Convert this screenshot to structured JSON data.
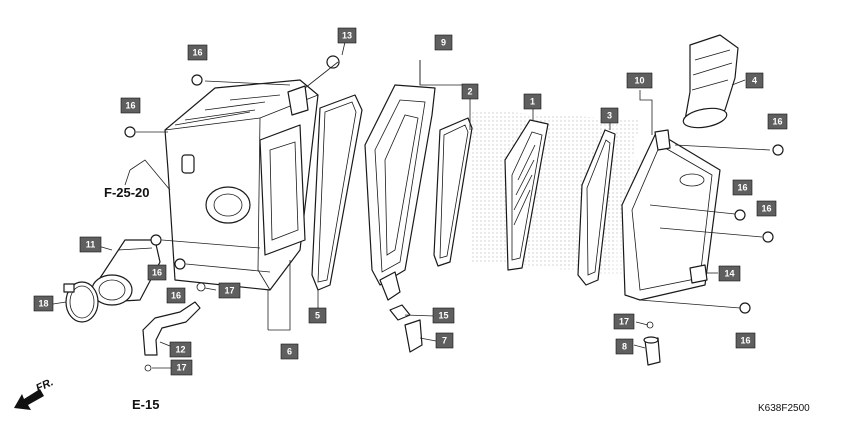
{
  "diagram": {
    "part_code": "K638F2500",
    "references": [
      {
        "id": "ref-f2520",
        "label": "F-25-20"
      },
      {
        "id": "ref-e15",
        "label": "E-15"
      }
    ],
    "direction_label": "FR.",
    "callouts": [
      {
        "id": "c1",
        "label": "1"
      },
      {
        "id": "c2",
        "label": "2"
      },
      {
        "id": "c3",
        "label": "3"
      },
      {
        "id": "c4",
        "label": "4"
      },
      {
        "id": "c5",
        "label": "5"
      },
      {
        "id": "c6",
        "label": "6"
      },
      {
        "id": "c7",
        "label": "7"
      },
      {
        "id": "c8",
        "label": "8"
      },
      {
        "id": "c9",
        "label": "9"
      },
      {
        "id": "c10",
        "label": "10"
      },
      {
        "id": "c11",
        "label": "11"
      },
      {
        "id": "c12",
        "label": "12"
      },
      {
        "id": "c13",
        "label": "13"
      },
      {
        "id": "c14",
        "label": "14"
      },
      {
        "id": "c15",
        "label": "15"
      },
      {
        "id": "c16a",
        "label": "16"
      },
      {
        "id": "c16b",
        "label": "16"
      },
      {
        "id": "c16c",
        "label": "16"
      },
      {
        "id": "c16d",
        "label": "16"
      },
      {
        "id": "c16e",
        "label": "16"
      },
      {
        "id": "c16f",
        "label": "16"
      },
      {
        "id": "c16g",
        "label": "16"
      },
      {
        "id": "c16h",
        "label": "16"
      },
      {
        "id": "c17a",
        "label": "17"
      },
      {
        "id": "c17b",
        "label": "17"
      },
      {
        "id": "c17c",
        "label": "17"
      },
      {
        "id": "c18",
        "label": "18"
      }
    ]
  }
}
